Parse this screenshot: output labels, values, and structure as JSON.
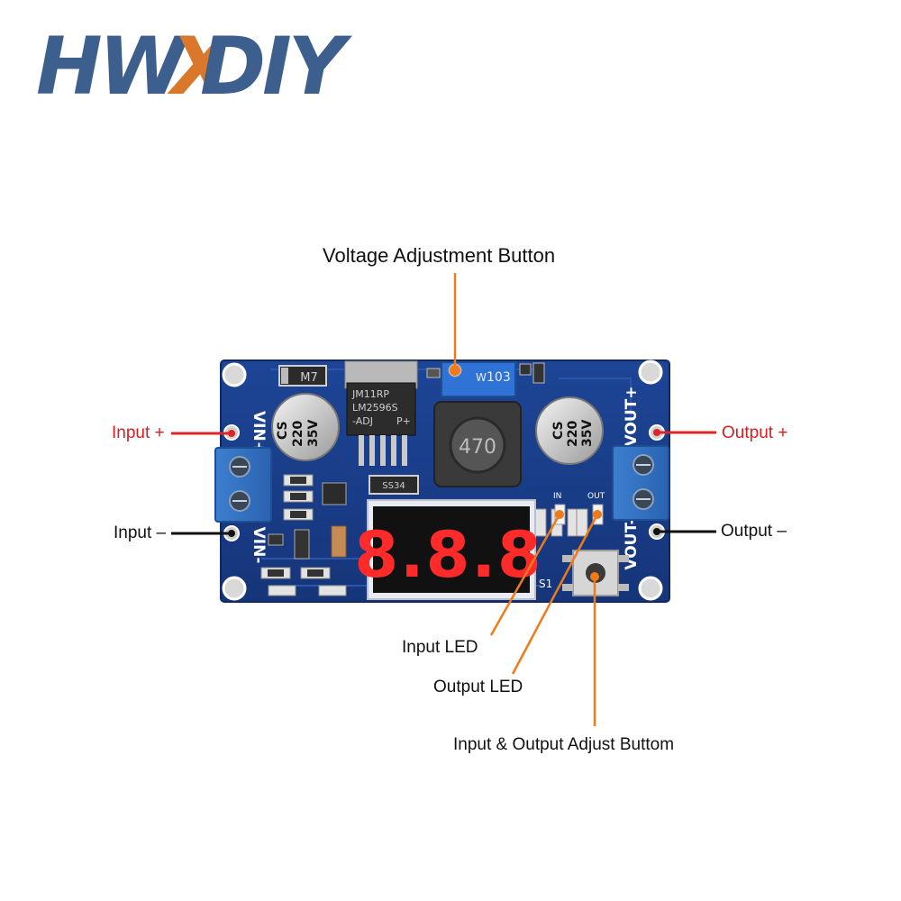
{
  "logo": {
    "part1": "HW",
    "part2": "X",
    "part3": "DIY"
  },
  "colors": {
    "brand_blue": "#3c5f8e",
    "brand_orange": "#d9772a",
    "pcb_blue": "#1b3f8d",
    "label_red": "#d42020",
    "leader_orange": "#f07a1a",
    "leader_red": "#e02424",
    "segment_red": "#ff2b2b"
  },
  "labels": {
    "voltage_adjust": "Voltage Adjustment Button",
    "input_plus": "Input +",
    "input_minus": "Input –",
    "output_plus": "Output +",
    "output_minus": "Output –",
    "input_led": "Input LED",
    "output_led": "Output LED",
    "io_adjust": "Input & Output Adjust Buttom"
  },
  "board": {
    "vin_plus": "VIN+",
    "vin_minus": "VIN-",
    "vout_plus": "VOUT+",
    "vout_minus": "VOUT-",
    "ic_brand": "JM11RP",
    "ic_part": "LM2596S",
    "ic_variant": "-ADJ",
    "ic_suffix": "P+",
    "inductor": "470",
    "cap_left": [
      "CS",
      "220",
      "35V"
    ],
    "cap_right": [
      "CS",
      "220",
      "35V"
    ],
    "pot_code": "103",
    "pot_mark": "W",
    "diode": "M7",
    "schottky": "SS34",
    "led_in": "IN",
    "led_out": "OUT",
    "switch": "S1",
    "display": "8.8.8"
  }
}
